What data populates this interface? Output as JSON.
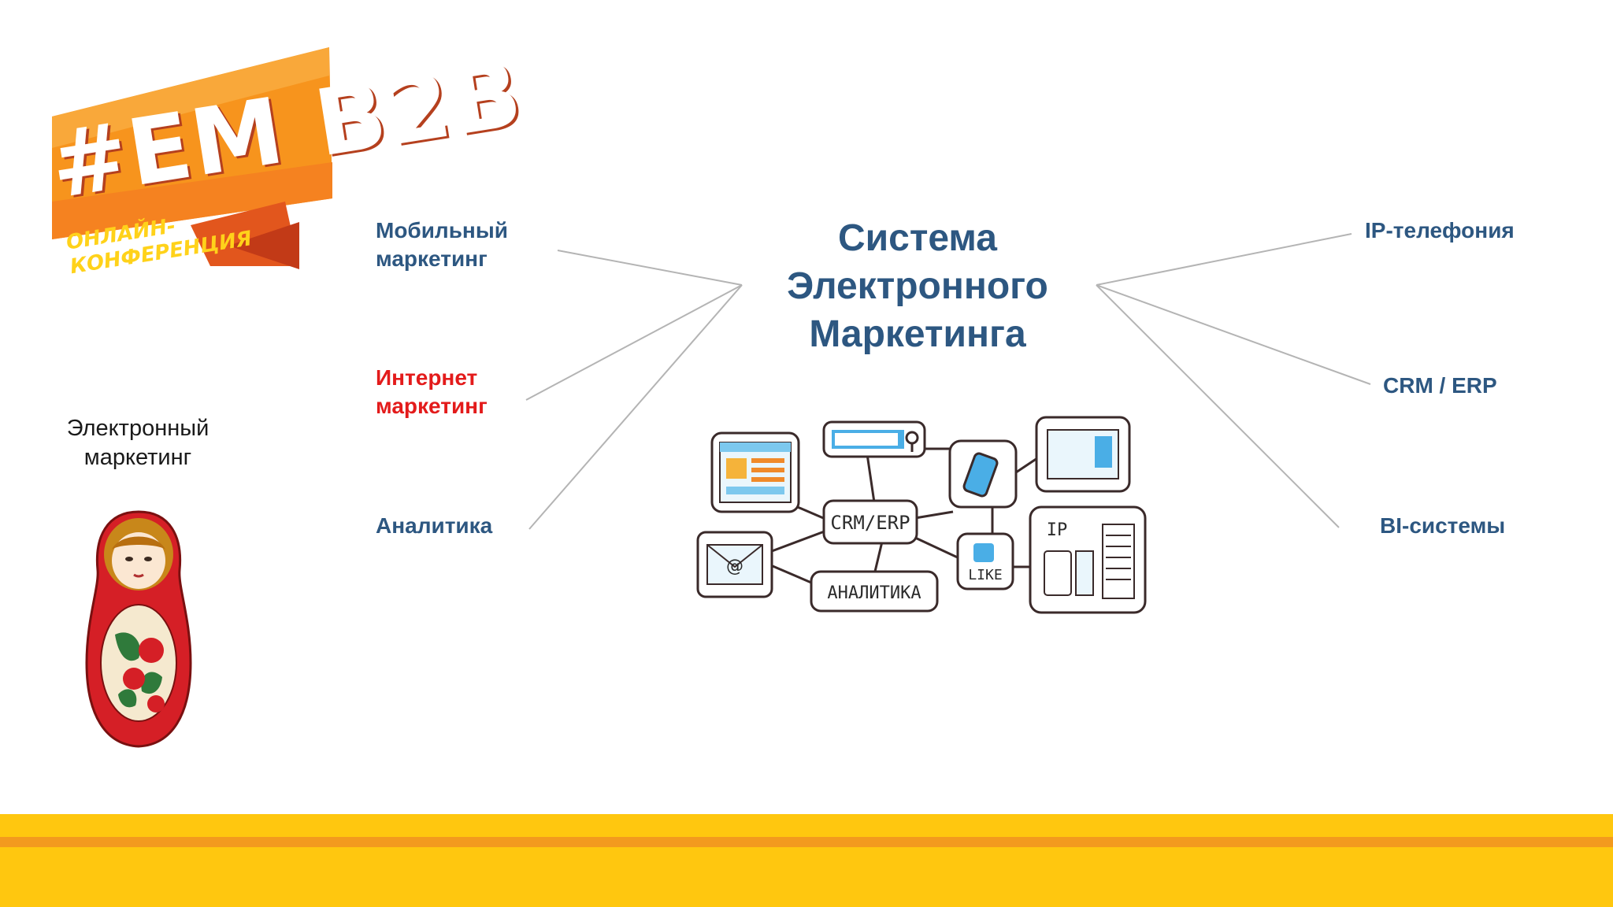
{
  "logo": {
    "title": "#EM B2B",
    "subtitle": "ОНЛАЙН-\nКОНФЕРЕНЦИЯ"
  },
  "left_label": "Электронный\nмаркетинг",
  "center_title": "Система\nЭлектронного\nМаркетинга",
  "branches": {
    "mobile": "Мобильный\nмаркетинг",
    "internet": "Интернет\nмаркетинг",
    "analytics": "Аналитика",
    "ip": "IP-телефония",
    "crm": "CRM / ERP",
    "bi": "BI-системы"
  },
  "illustration": {
    "crm": "CRM/ERP",
    "analytics": "АНАЛИТИКА",
    "like": "LIKE",
    "ip": "IP",
    "at": "@"
  },
  "colors": {
    "branch_blue": "#2d5781",
    "highlight_red": "#e31b1b",
    "footer_yellow": "#ffc70f",
    "footer_orange": "#f39a1e",
    "logo_orange": "#f7941d"
  }
}
